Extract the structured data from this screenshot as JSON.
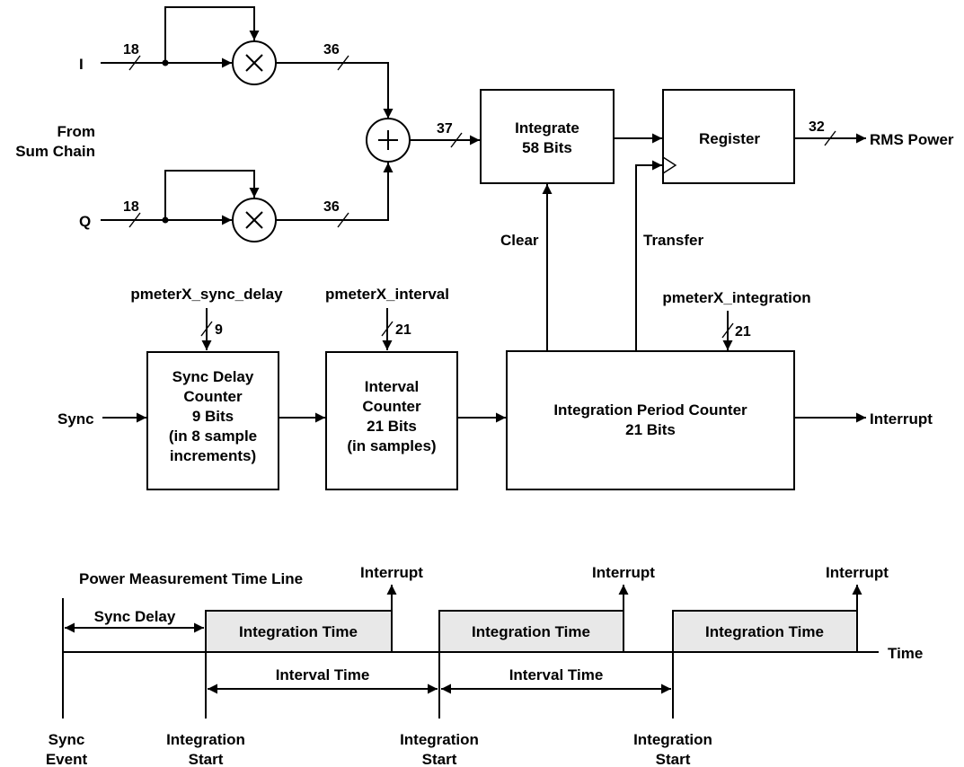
{
  "inputs": {
    "i": "I",
    "q": "Q",
    "from_sum_chain": [
      "From",
      "Sum Chain"
    ],
    "sync": "Sync"
  },
  "bus_widths": {
    "i_in": "18",
    "q_in": "18",
    "i_sq": "36",
    "q_sq": "36",
    "sum": "37",
    "reg_out": "32"
  },
  "blocks": {
    "integrate": [
      "Integrate",
      "58 Bits"
    ],
    "register": "Register",
    "sync_delay_counter": [
      "Sync Delay",
      "Counter",
      "9 Bits",
      "(in 8 sample",
      "increments)"
    ],
    "interval_counter": [
      "Interval",
      "Counter",
      "21 Bits",
      "(in samples)"
    ],
    "integration_period_counter": [
      "Integration Period Counter",
      "21 Bits"
    ]
  },
  "params": {
    "sync_delay": {
      "name": "pmeterX_sync_delay",
      "bits": "9"
    },
    "interval": {
      "name": "pmeterX_interval",
      "bits": "21"
    },
    "integration": {
      "name": "pmeterX_integration",
      "bits": "21"
    }
  },
  "signals": {
    "clear": "Clear",
    "transfer": "Transfer",
    "rms_power": "RMS Power",
    "interrupt": "Interrupt"
  },
  "timeline": {
    "title": "Power Measurement Time Line",
    "time_label": "Time",
    "sync_delay_label": "Sync Delay",
    "integration_time_label": "Integration Time",
    "interval_time_label": "Interval Time",
    "interrupt_label": "Interrupt",
    "sync_event": [
      "Sync",
      "Event"
    ],
    "integration_start": [
      "Integration",
      "Start"
    ]
  }
}
